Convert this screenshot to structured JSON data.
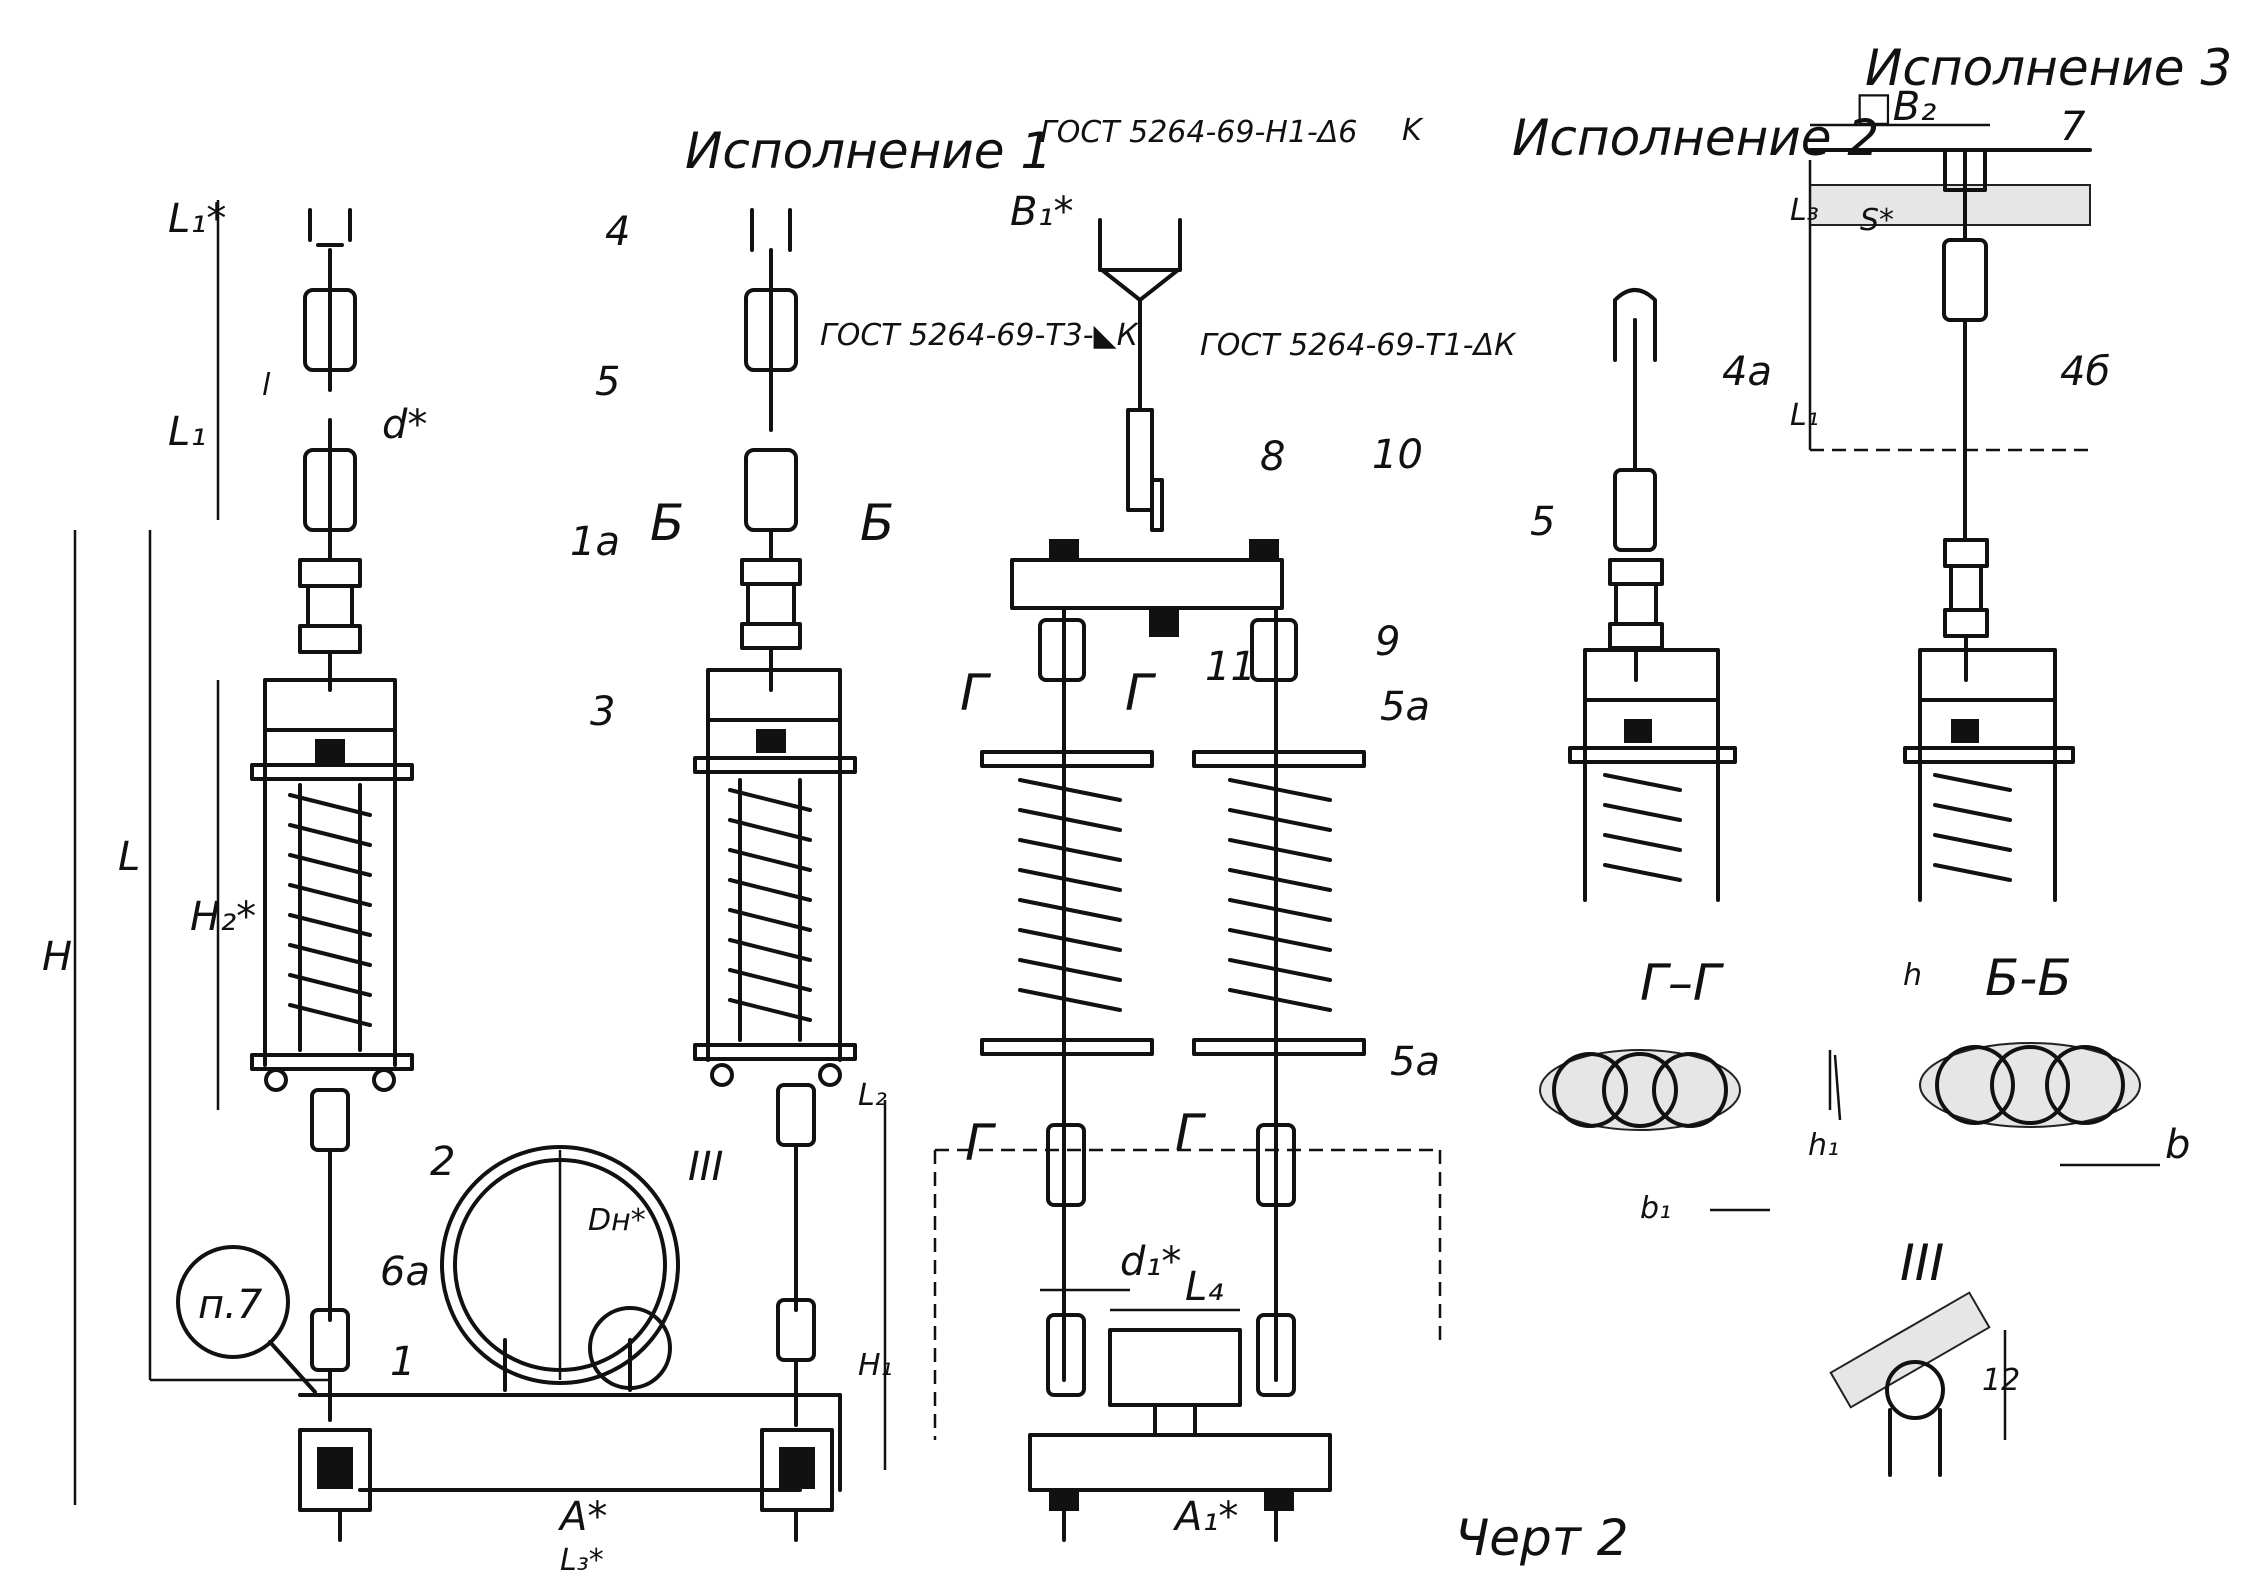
{
  "titles": {
    "variant_1": "Исполнение 1",
    "variant_2": "Исполнение 2",
    "variant_3": "Исполнение 3",
    "figure": "Черт 2"
  },
  "callouts": {
    "gost_h1": "ГОСТ 5264-69-Н1-Δ6",
    "gost_t3": "ГОСТ 5264-69-Т3-◣К",
    "gost_t1": "ГОСТ 5264-69-Т1-ΔК",
    "note_ref": "п.7"
  },
  "dimensions": {
    "L1_star": "L₁*",
    "L1": "L₁",
    "l": "l",
    "d_star": "d*",
    "L": "L",
    "H": "H",
    "H2_star": "H₂*",
    "B1_star": "B₁*",
    "K": "K",
    "Dn_star": "Dн*",
    "L2": "L₂",
    "H1": "H₁",
    "d1_star": "d₁*",
    "L4": "L₄",
    "A_star": "A*",
    "L3_star": "L₃*",
    "A1_star": "A₁*",
    "B2": "□B₂",
    "L3": "L₃",
    "S_star": "S*",
    "L1_right": "L₁",
    "h": "h",
    "h1": "h₁",
    "b1": "b₁",
    "b": "b",
    "twelve": "12"
  },
  "positions": {
    "p1": "1",
    "p1a": "1а",
    "p2": "2",
    "p3": "3",
    "p4": "4",
    "p4a": "4а",
    "p4b": "4б",
    "p5": "5",
    "p5_right": "5",
    "p5a_top": "5а",
    "p5a_bottom": "5а",
    "p6a": "6а",
    "p7": "7",
    "p8": "8",
    "p9": "9",
    "p10": "10",
    "p11": "11"
  },
  "sections": {
    "bb_left": "Б",
    "bb_right": "Б",
    "gg_top_left": "Г",
    "gg_top_right": "Г",
    "gg_bottom_left": "Г",
    "gg_bottom_right": "Г",
    "section_gg": "Г–Г",
    "section_bb": "Б-Б",
    "detail_iii": "III",
    "detail_iii_label": "III"
  }
}
